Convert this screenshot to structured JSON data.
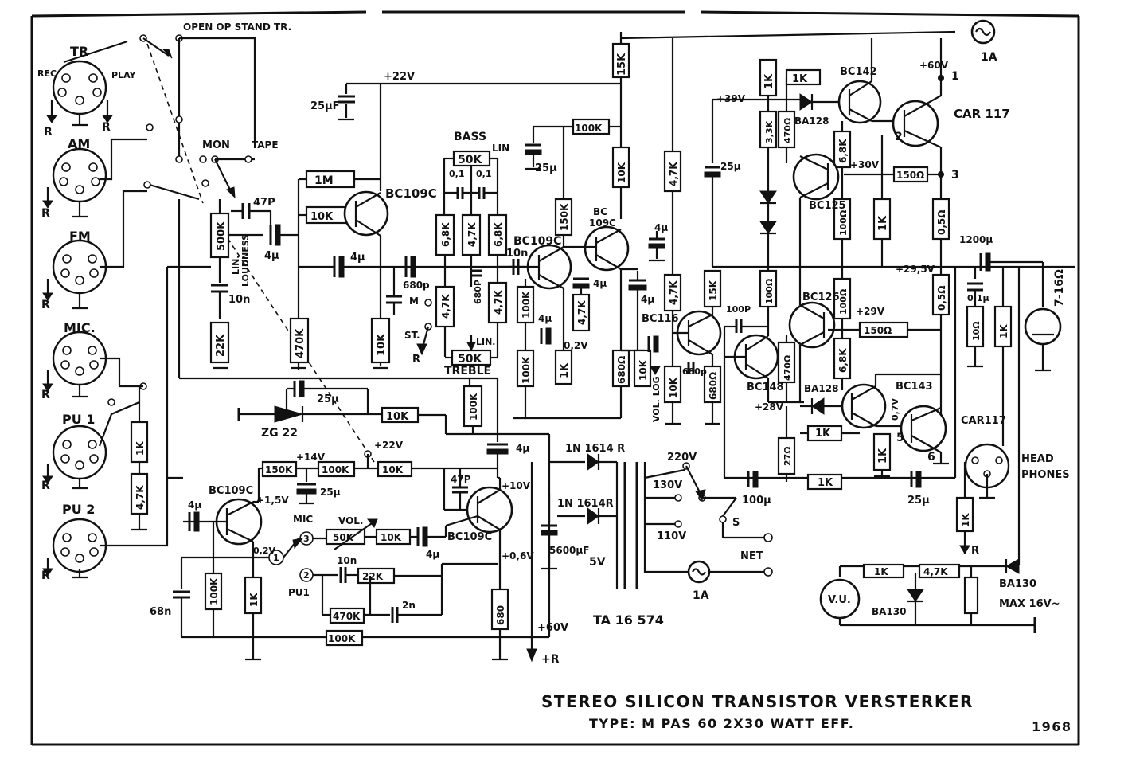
{
  "title": {
    "line1": "STEREO SILICON TRANSISTOR VERSTERKER",
    "line2": "TYPE: M PAS 60   2X30 WATT EFF.",
    "year": "1968"
  },
  "inputs": {
    "tr": "TR",
    "rec": "REC",
    "play": "PLAY",
    "r": "R",
    "am": "AM",
    "fm": "FM",
    "mic": "MIC.",
    "pu1": "PU 1",
    "pu2": "PU 2"
  },
  "switches": {
    "open": "OPEN OP STAND TR.",
    "mon": "MON",
    "tape": "TAPE",
    "m": "M",
    "st": "ST.",
    "s": "S",
    "mic_sel": "MIC",
    "pu1_sel": "PU1",
    "n1": "1",
    "n2": "2",
    "n3": "3"
  },
  "rails": {
    "v22": "+22V",
    "v22b": "+22V",
    "v14": "+14V",
    "v15": "+1,5V",
    "v10": "+10V",
    "v06": "+0,6V",
    "v02": "0,2V",
    "v02b": "0,2V",
    "v39": "+39V",
    "v60": "+60V",
    "v30": "+30V",
    "v295": "+29,5V",
    "v29": "+29V",
    "v28": "+28V",
    "v07": "0,7V",
    "v60b": "+60V",
    "pr": "+R"
  },
  "components": {
    "r500k": "500K",
    "lin_loud": "LIN.",
    "loud": "LOUDNESS",
    "r22k": "22K",
    "r1m": "1M",
    "r10k_a": "10K",
    "r470k": "470K",
    "r10k_b": "10K",
    "c47p": "47P",
    "c4u_a": "4µ",
    "c4u_b": "4µ",
    "c4u_c": "4µ",
    "c10n": "10n",
    "c25u": "25µF",
    "bc109c_1": "BC109C",
    "bass": "BASS",
    "lin": "LIN",
    "r50k_bass": "50K",
    "c01a": "0,1",
    "c01b": "0,1",
    "r68k_a": "6,8K",
    "r47k_a": "4,7K",
    "r68k_b": "6,8K",
    "r47k_b": "4,7K",
    "r47k_c": "4,7K",
    "c680p": "680p",
    "c680p_b": "680P",
    "treble": "TREBLE",
    "r50k_treb": "50K",
    "lin_t": "LIN.",
    "r100k_a": "100K",
    "r100k_b": "100K",
    "r150k": "150K",
    "r100k_top": "100K",
    "r100k_c": "100K",
    "c10n_b": "10n",
    "bc109c_2": "BC109C",
    "bc109c_3": "BC",
    "bc109c_3b": "109C",
    "c25u_b": "25µ",
    "r10k_c": "10K",
    "r1k_a": "1K",
    "r47k_d": "4,7K",
    "c4u_d": "4µ",
    "c4u_e": "4µ",
    "c4u_f": "4µ",
    "r680": "680Ω",
    "r10k_d": "10K",
    "vol_log": "VOL. LOG",
    "r15k": "15K",
    "r47k_e": "4,7K",
    "c4u_g": "4µ",
    "r47k_f": "4,7K",
    "r10k_e": "10K",
    "bc116": "BC116",
    "c25u_c": "25µ",
    "r15k_b": "15K",
    "c100p": "100P",
    "r680b": "680Ω",
    "c680p_c": "680p",
    "bc148": "BC148",
    "r470b": "470Ω",
    "r100_a": "100Ω",
    "bc126": "BC126",
    "r100_b": "100Ω",
    "r150_a": "150Ω",
    "r68k_c": "6,8K",
    "r1k_b": "1K",
    "r1k_c": "1K",
    "ba128_a": "BA128",
    "r33k": "3,3K",
    "r470c": "470Ω",
    "bc142": "BC142",
    "car117_a": "CAR 117",
    "r68k_d": "6,8K",
    "r150_b": "150Ω",
    "bc125": "BC125",
    "r100_c": "100Ω",
    "r1k_d": "1K",
    "r05_a": "0,5Ω",
    "r05_b": "0,5Ω",
    "c1200u": "1200µ",
    "c01u": "0,1µ",
    "r10_a": "10Ω",
    "r1k_e": "1K",
    "load": "7-16Ω",
    "ba128_b": "BA128",
    "r1k_f": "1K",
    "r27": "27Ω",
    "bc143": "BC143",
    "r1k_g": "1K",
    "car117_b": "CAR117",
    "c100u": "100µ",
    "r1k_h": "1K",
    "c25u_d": "25µ",
    "n1": "1",
    "n2": "2",
    "n3": "3",
    "n5": "5",
    "n6": "6",
    "headphones1": "HEAD",
    "headphones2": "PHONES",
    "r1k_hp": "1K",
    "rr": "R",
    "vu": "V.U.",
    "r1k_vu": "1K",
    "r47k_vu": "4,7K",
    "ba130_a": "BA130",
    "ba130_b": "BA130",
    "max16": "MAX 16V~",
    "zg22": "ZG 22",
    "c25u_e": "25µ",
    "r10k_f": "10K",
    "r1k_pu": "1K",
    "r47k_pu": "4,7K",
    "c4u_h": "4µ",
    "bc109c_4": "BC109C",
    "r150k_b": "150K",
    "r100k_d": "100K",
    "c25u_f": "25µ",
    "r10k_g": "10K",
    "c47p_b": "47P",
    "bc109c_5": "BC109C",
    "c4u_i": "4µ",
    "vol": "VOL.",
    "r50k_vol": "50K",
    "r10k_h": "10K",
    "c4u_j": "4µ",
    "c10n_c": "10n",
    "r22k_b": "22K",
    "r470k_b": "470K",
    "c2n": "2n",
    "r100k_e": "100K",
    "r100k_f": "100K",
    "r1k_i": "1K",
    "c68n": "68n",
    "r680_c": "680",
    "tr1": "1N 1614 R",
    "tr2": "1N 1614R",
    "c5600": "5600µF",
    "v5": "5V",
    "v220": "220V",
    "v130": "130V",
    "v110": "110V",
    "net": "NET",
    "fuse": "1A",
    "fuse2": "1A",
    "trafo": "TA 16 574"
  }
}
